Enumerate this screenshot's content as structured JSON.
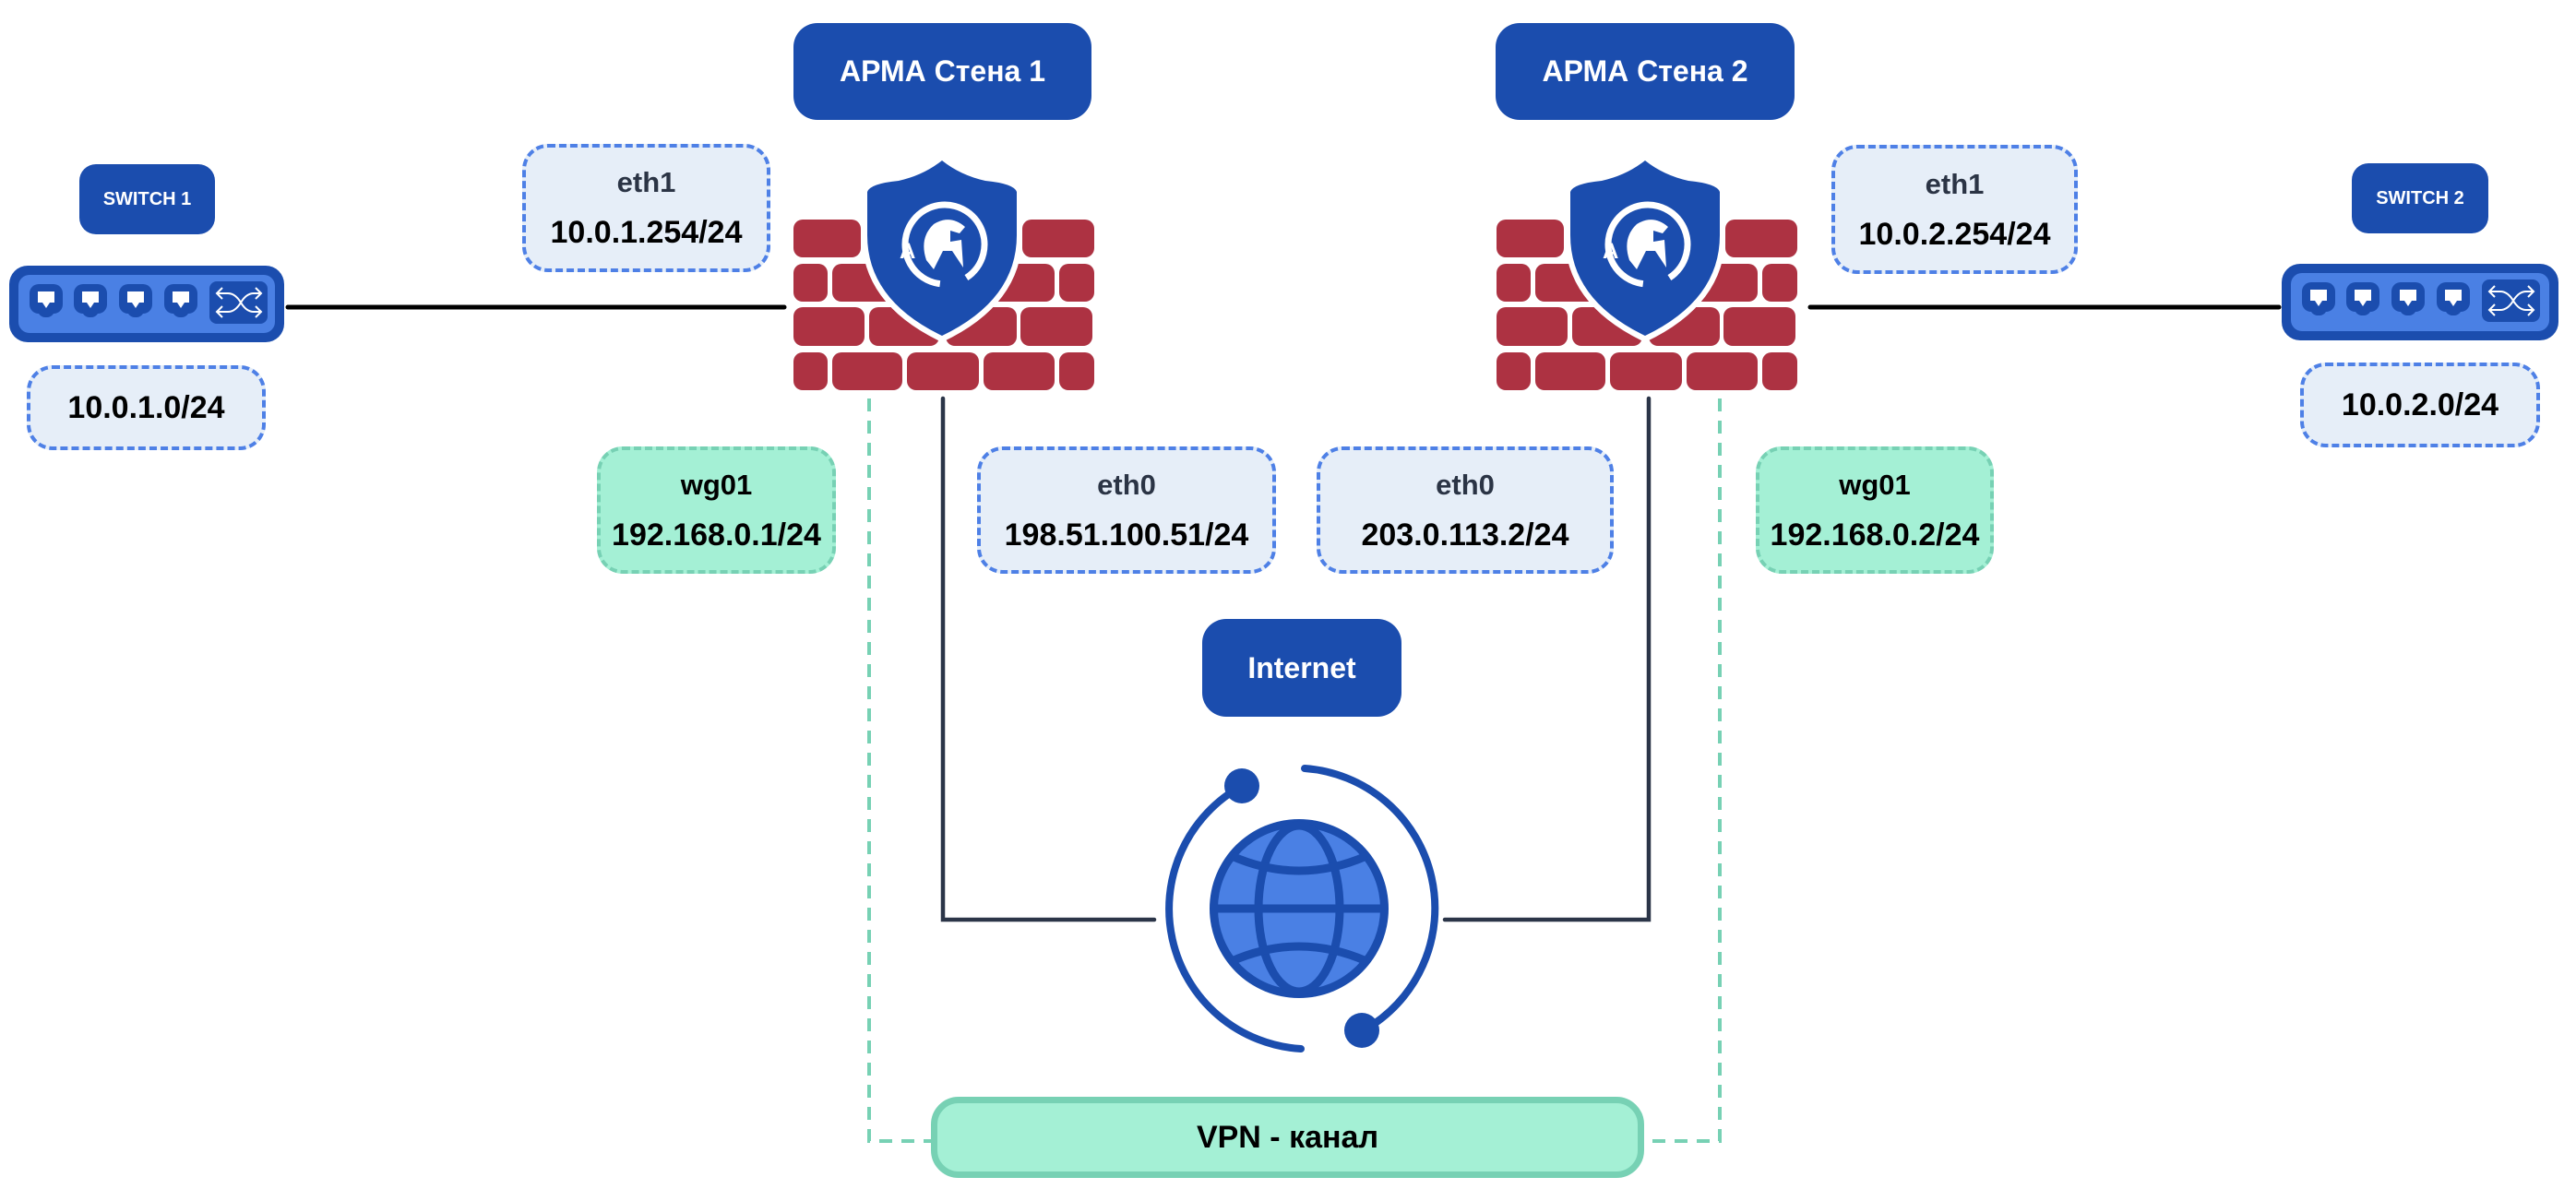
{
  "diagram": {
    "firewalls": [
      {
        "title": "АРМА Стена 1",
        "logo_letter": "A"
      },
      {
        "title": "АРМА Стена 2",
        "logo_letter": "A"
      }
    ],
    "switches": [
      {
        "label": "SWITCH 1",
        "subnet": "10.0.1.0/24",
        "ports": 4
      },
      {
        "label": "SWITCH 2",
        "subnet": "10.0.2.0/24",
        "ports": 4
      }
    ],
    "interfaces": {
      "fw1_eth1": {
        "name": "eth1",
        "ip": "10.0.1.254/24"
      },
      "fw2_eth1": {
        "name": "eth1",
        "ip": "10.0.2.254/24"
      },
      "fw1_eth0": {
        "name": "eth0",
        "ip": "198.51.100.51/24"
      },
      "fw2_eth0": {
        "name": "eth0",
        "ip": "203.0.113.2/24"
      },
      "fw1_wg01": {
        "name": "wg01",
        "ip": "192.168.0.1/24"
      },
      "fw2_wg01": {
        "name": "wg01",
        "ip": "192.168.0.2/24"
      }
    },
    "internet": {
      "label": "Internet"
    },
    "vpn": {
      "label": "VPN - канал"
    },
    "colors": {
      "brand_blue": "#1B4DAE",
      "light_blue": "#4A80E4",
      "brick_red": "#AD3242",
      "label_blue_fill": "#E6EEF8",
      "label_blue_border": "#4E80E6",
      "vpn_green_fill": "#A4F0D5",
      "vpn_green_border": "#77D1B4",
      "wan_line": "#2B3548",
      "lan_line": "#000000"
    }
  }
}
